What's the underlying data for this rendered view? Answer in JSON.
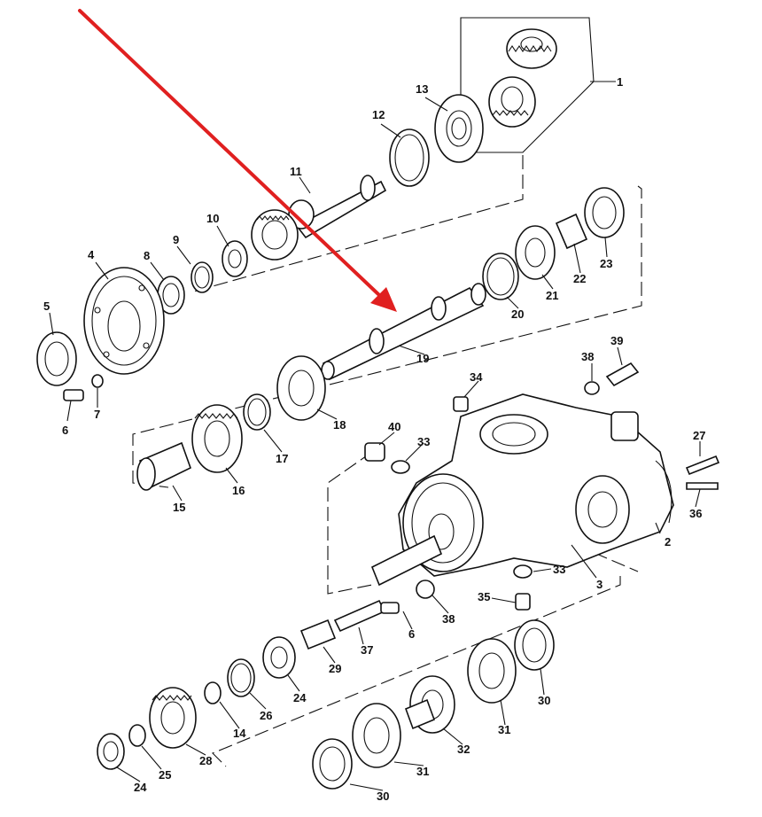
{
  "callouts": [
    {
      "id": "c1",
      "text": "1"
    },
    {
      "id": "c2",
      "text": "2"
    },
    {
      "id": "c3",
      "text": "3"
    },
    {
      "id": "c4",
      "text": "4"
    },
    {
      "id": "c5",
      "text": "5"
    },
    {
      "id": "c6a",
      "text": "6"
    },
    {
      "id": "c6b",
      "text": "6"
    },
    {
      "id": "c7",
      "text": "7"
    },
    {
      "id": "c8",
      "text": "8"
    },
    {
      "id": "c9",
      "text": "9"
    },
    {
      "id": "c10",
      "text": "10"
    },
    {
      "id": "c11",
      "text": "11"
    },
    {
      "id": "c12",
      "text": "12"
    },
    {
      "id": "c13",
      "text": "13"
    },
    {
      "id": "c14",
      "text": "14"
    },
    {
      "id": "c15",
      "text": "15"
    },
    {
      "id": "c16",
      "text": "16"
    },
    {
      "id": "c17",
      "text": "17"
    },
    {
      "id": "c18",
      "text": "18"
    },
    {
      "id": "c19",
      "text": "19"
    },
    {
      "id": "c20",
      "text": "20"
    },
    {
      "id": "c21",
      "text": "21"
    },
    {
      "id": "c22",
      "text": "22"
    },
    {
      "id": "c23",
      "text": "23"
    },
    {
      "id": "c24a",
      "text": "24"
    },
    {
      "id": "c24b",
      "text": "24"
    },
    {
      "id": "c25",
      "text": "25"
    },
    {
      "id": "c26",
      "text": "26"
    },
    {
      "id": "c27",
      "text": "27"
    },
    {
      "id": "c28",
      "text": "28"
    },
    {
      "id": "c29",
      "text": "29"
    },
    {
      "id": "c30a",
      "text": "30"
    },
    {
      "id": "c30b",
      "text": "30"
    },
    {
      "id": "c31a",
      "text": "31"
    },
    {
      "id": "c31b",
      "text": "31"
    },
    {
      "id": "c32",
      "text": "32"
    },
    {
      "id": "c33a",
      "text": "33"
    },
    {
      "id": "c33b",
      "text": "33"
    },
    {
      "id": "c34",
      "text": "34"
    },
    {
      "id": "c35",
      "text": "35"
    },
    {
      "id": "c36",
      "text": "36"
    },
    {
      "id": "c37",
      "text": "37"
    },
    {
      "id": "c38a",
      "text": "38"
    },
    {
      "id": "c38b",
      "text": "38"
    },
    {
      "id": "c39",
      "text": "39"
    },
    {
      "id": "c40",
      "text": "40"
    }
  ],
  "colors": {
    "line": "#111111",
    "background": "#ffffff",
    "pointer_arrow": "#e02020"
  },
  "pointer_arrow_target": "19"
}
